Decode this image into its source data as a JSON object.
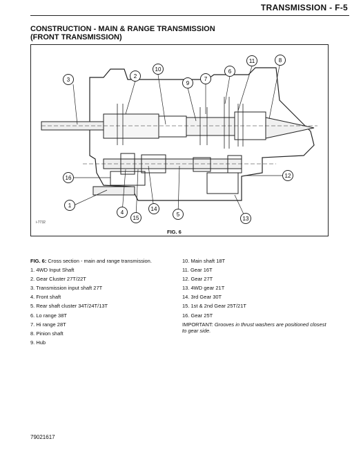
{
  "header": {
    "title": "TRANSMISSION - F-5"
  },
  "section": {
    "title_line1": "CONSTRUCTION - MAIN & RANGE TRANSMISSION",
    "title_line2": "(FRONT TRANSMISSION)"
  },
  "figure": {
    "caption": "FIG. 6",
    "code": "i-7732",
    "callouts": [
      "1",
      "2",
      "3",
      "4",
      "5",
      "6",
      "7",
      "8",
      "9",
      "10",
      "11",
      "12",
      "13",
      "14",
      "15",
      "16"
    ]
  },
  "legend": {
    "caption_lead": "FIG. 6:",
    "caption_text": " Cross section - main and range transmission.",
    "left_items": [
      "1. 4WD Input Shaft",
      "2. Gear Cluster 27T/22T",
      "3. Transmission input shaft 27T",
      "4. Front shaft",
      "5. Rear shaft cluster 34T/24T/13T",
      "6. Lo range 38T",
      "7. Hi range 28T",
      "8. Pinion shaft",
      "9. Hub"
    ],
    "right_items": [
      "10. Main shaft 18T",
      "11. Gear 16T",
      "12. Gear 27T",
      "13. 4WD gear 21T",
      "14. 3rd Gear 30T",
      "15. 1st & 2nd Gear 25T/21T",
      "16. Gear 25T"
    ],
    "note_lead": "IMPORTANT:",
    "note_text": " Grooves in thrust washers are positioned closest to gear side."
  },
  "footer": {
    "code": "79021617"
  }
}
